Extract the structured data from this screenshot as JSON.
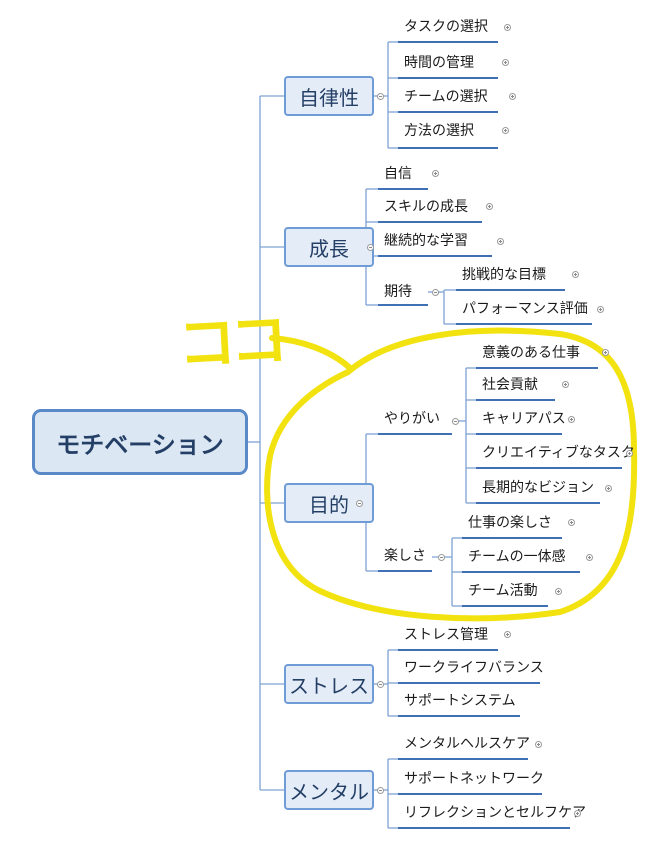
{
  "root": "モチベーション",
  "callout": "ココ",
  "branches": {
    "jiritsu": {
      "label": "自律性",
      "items": [
        "タスクの選択",
        "時間の管理",
        "チームの選択",
        "方法の選択"
      ]
    },
    "seichou": {
      "label": "成長",
      "items": [
        "自信",
        "スキルの成長",
        "継続的な学習"
      ],
      "kitai": {
        "label": "期待",
        "items": [
          "挑戦的な目標",
          "パフォーマンス評価"
        ]
      }
    },
    "mokuteki": {
      "label": "目的",
      "yarigai": {
        "label": "やりがい",
        "items": [
          "意義のある仕事",
          "社会貢献",
          "キャリアパス",
          "クリエイティブなタスク",
          "長期的なビジョン"
        ]
      },
      "tanoshisa": {
        "label": "楽しさ",
        "items": [
          "仕事の楽しさ",
          "チームの一体感",
          "チーム活動"
        ]
      }
    },
    "stress": {
      "label": "ストレス",
      "items": [
        "ストレス管理",
        "ワークライフバランス",
        "サポートシステム"
      ]
    },
    "mental": {
      "label": "メンタル",
      "items": [
        "メンタルヘルスケア",
        "サポートネットワーク",
        "リフレクションとセルフケア"
      ]
    }
  },
  "colors": {
    "connector": "#5b86c0",
    "underline": "#3f6fb5",
    "highlight": "#f2e20f",
    "node_fill": "#e4ecf7"
  }
}
